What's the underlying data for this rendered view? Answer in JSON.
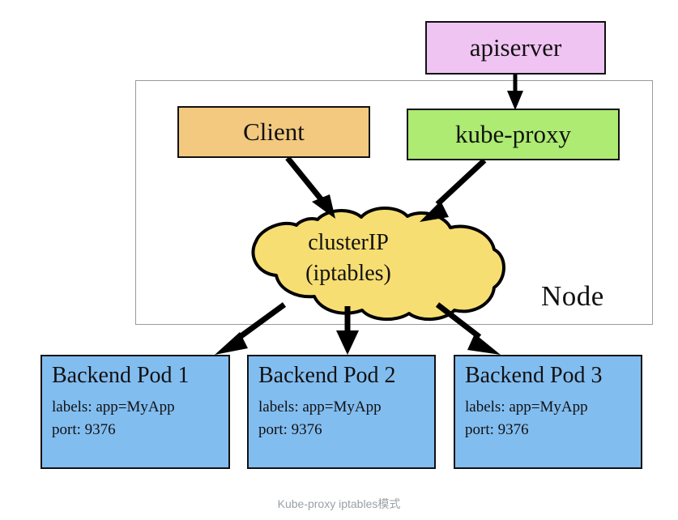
{
  "diagram": {
    "caption": "Kube-proxy iptables模式",
    "node_frame": {
      "label": "Node"
    },
    "boxes": {
      "apiserver": {
        "label": "apiserver",
        "color": "#f0c4f2"
      },
      "client": {
        "label": "Client",
        "color": "#f2c97e"
      },
      "kube_proxy": {
        "label": "kube-proxy",
        "color": "#adeb72"
      }
    },
    "cloud": {
      "line1": "clusterIP",
      "line2": "(iptables)",
      "color": "#f7de72"
    },
    "pods": [
      {
        "title": "Backend Pod 1",
        "labels": "labels: app=MyApp",
        "port": "port: 9376",
        "color": "#82bdf0"
      },
      {
        "title": "Backend Pod 2",
        "labels": "labels: app=MyApp",
        "port": "port: 9376",
        "color": "#82bdf0"
      },
      {
        "title": "Backend Pod 3",
        "labels": "labels: app=MyApp",
        "port": "port: 9376",
        "color": "#82bdf0"
      }
    ],
    "arrows": [
      {
        "name": "apiserver-to-kube-proxy"
      },
      {
        "name": "client-to-clusterip"
      },
      {
        "name": "kube-proxy-to-clusterip"
      },
      {
        "name": "clusterip-to-pod-1"
      },
      {
        "name": "clusterip-to-pod-2"
      },
      {
        "name": "clusterip-to-pod-3"
      }
    ]
  }
}
